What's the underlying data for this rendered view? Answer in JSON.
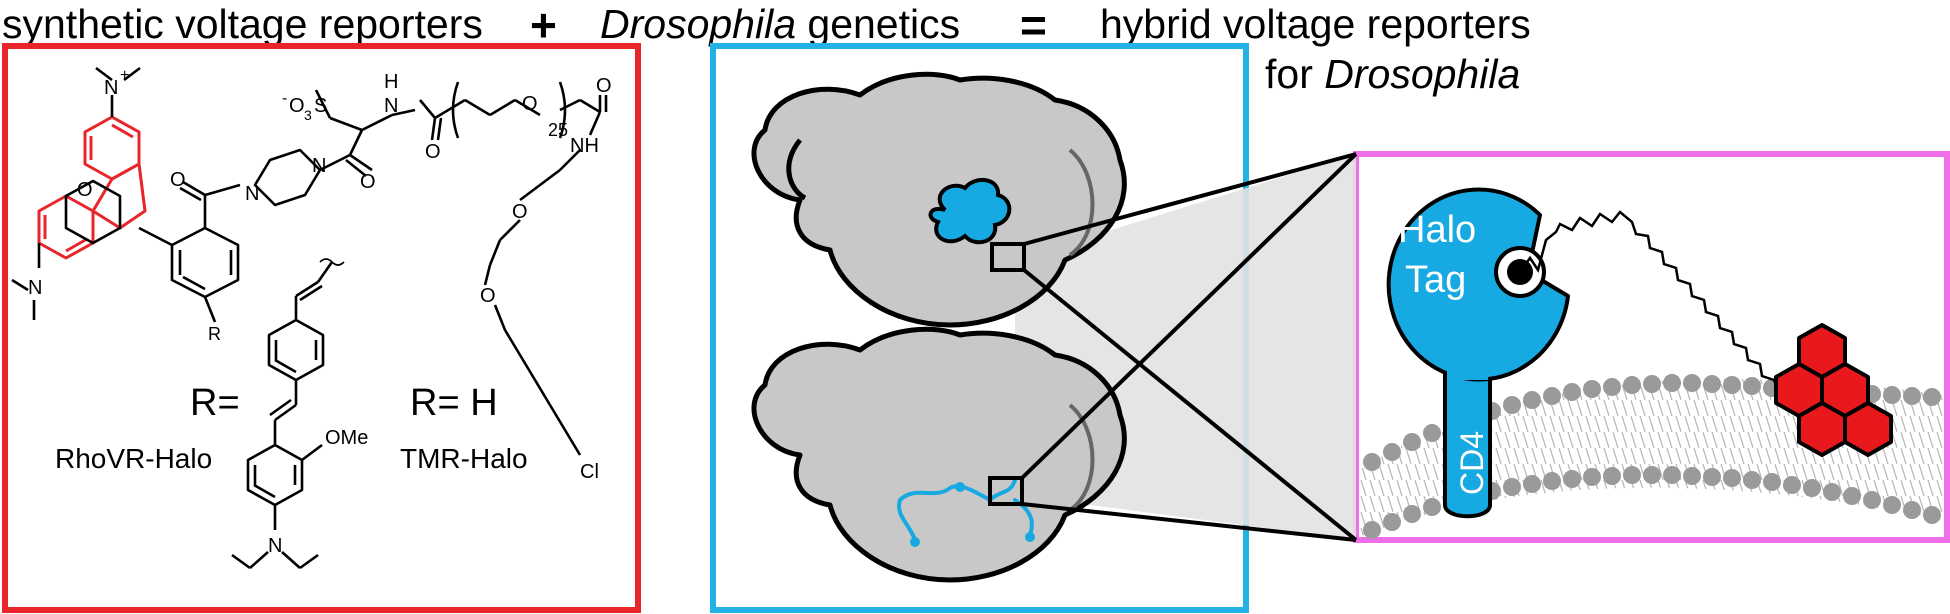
{
  "header": {
    "left": "synthetic voltage reporters",
    "plus": "+",
    "middle_italic": "Drosophila",
    "middle_rest": " genetics",
    "equals": "=",
    "right_line1": "hybrid voltage reporters",
    "right_line2_prefix": "for ",
    "right_line2_italic": "Drosophila"
  },
  "chem": {
    "r_label_left": "R=",
    "r_label_right": "R= H",
    "name_left": "RhoVR-Halo",
    "name_right": "TMR-Halo",
    "atoms": {
      "n_plus": "N",
      "plus_sign": "+",
      "so3": "O",
      "so3_sub": "3",
      "so3_s": "S",
      "minus": "-",
      "nh_top": "H",
      "n_top": "N",
      "o_ring": "O",
      "o1": "O",
      "o2": "O",
      "o3": "O",
      "o4": "O",
      "o_chain": "O",
      "repeat": "25",
      "nh_right": "NH",
      "n_pip1": "N",
      "n_pip2": "N",
      "n_left": "N",
      "r": "R",
      "o5": "O",
      "o6": "O",
      "cl": "Cl",
      "ome": "OMe",
      "n_bottom": "N"
    }
  },
  "schematic": {
    "halo_line1": "Halo",
    "halo_line2": "Tag",
    "cd4": "CD4"
  },
  "colors": {
    "red_frame": "#e8252a",
    "blue_frame": "#23b2e6",
    "magenta_frame": "#ee6fe9",
    "protein_blue": "#17a9e1",
    "brain_gray": "#c8c8c8",
    "dye_red": "#e8181c"
  }
}
